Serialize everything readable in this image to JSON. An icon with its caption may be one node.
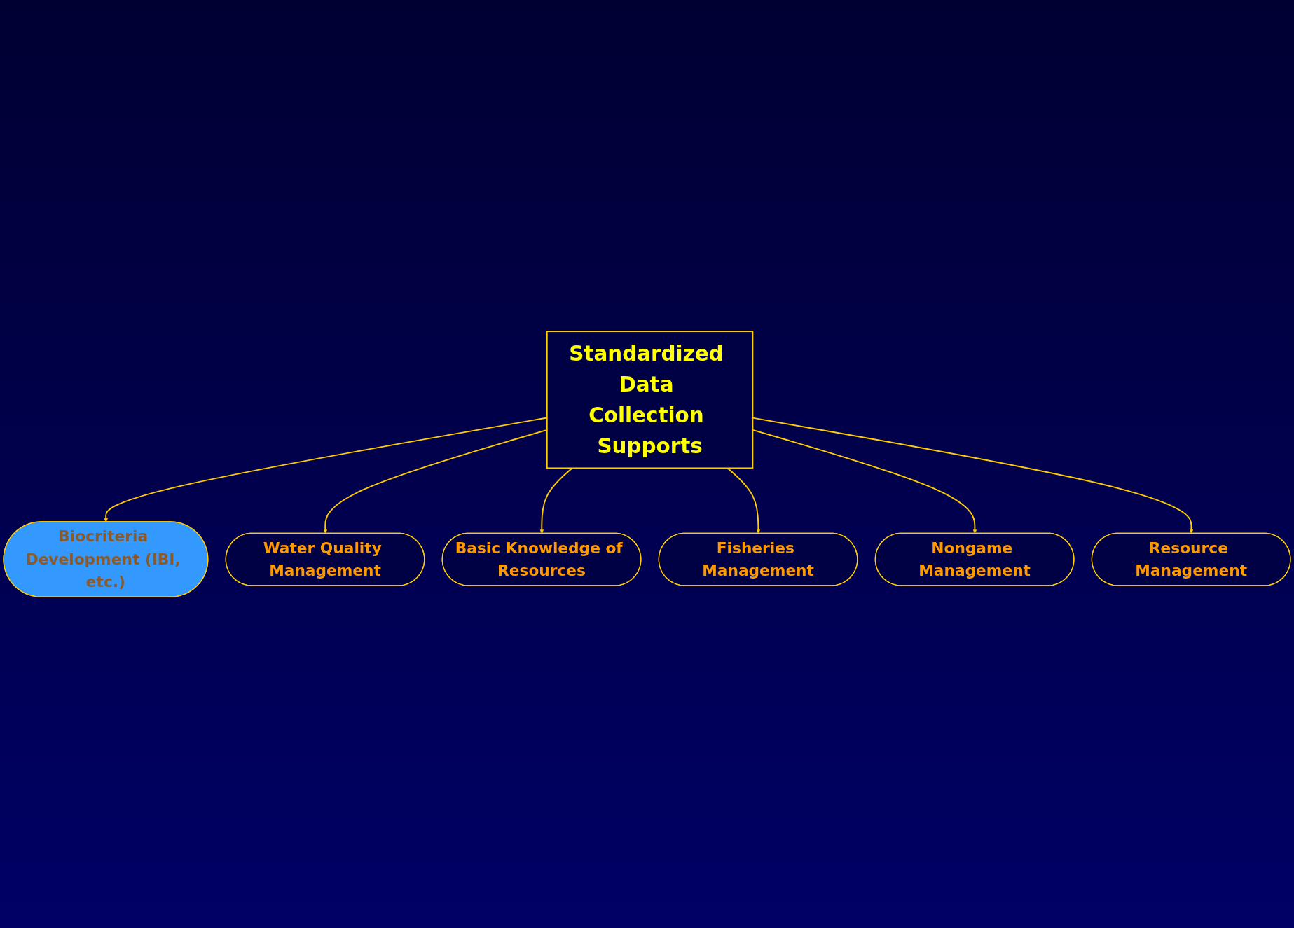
{
  "diagram": {
    "nodes": [
      {
        "text": [
          "Biocriteria Development (IBI, etc.)"
        ]
      },
      {
        "text": [
          "Water Quality Management"
        ]
      },
      {
        "text": [
          "Basic Knowledge of Resources"
        ]
      },
      {
        "text": [
          "Standardized Data Collection Supports"
        ]
      },
      {
        "text": [
          "Fisheries Management"
        ]
      },
      {
        "text": [
          "Nongame Management"
        ]
      },
      {
        "text": [
          "Resource Management"
        ]
      }
    ],
    "edges": [
      {
        "from": 3,
        "to": 0,
        "arrow": "to"
      },
      {
        "from": 3,
        "to": 1,
        "arrow": "to"
      },
      {
        "from": 3,
        "to": 2,
        "arrow": "to"
      },
      {
        "from": 3,
        "to": 4,
        "arrow": "to"
      },
      {
        "from": 3,
        "to": 5,
        "arrow": "to"
      },
      {
        "from": 3,
        "to": 6,
        "arrow": "to"
      }
    ]
  }
}
